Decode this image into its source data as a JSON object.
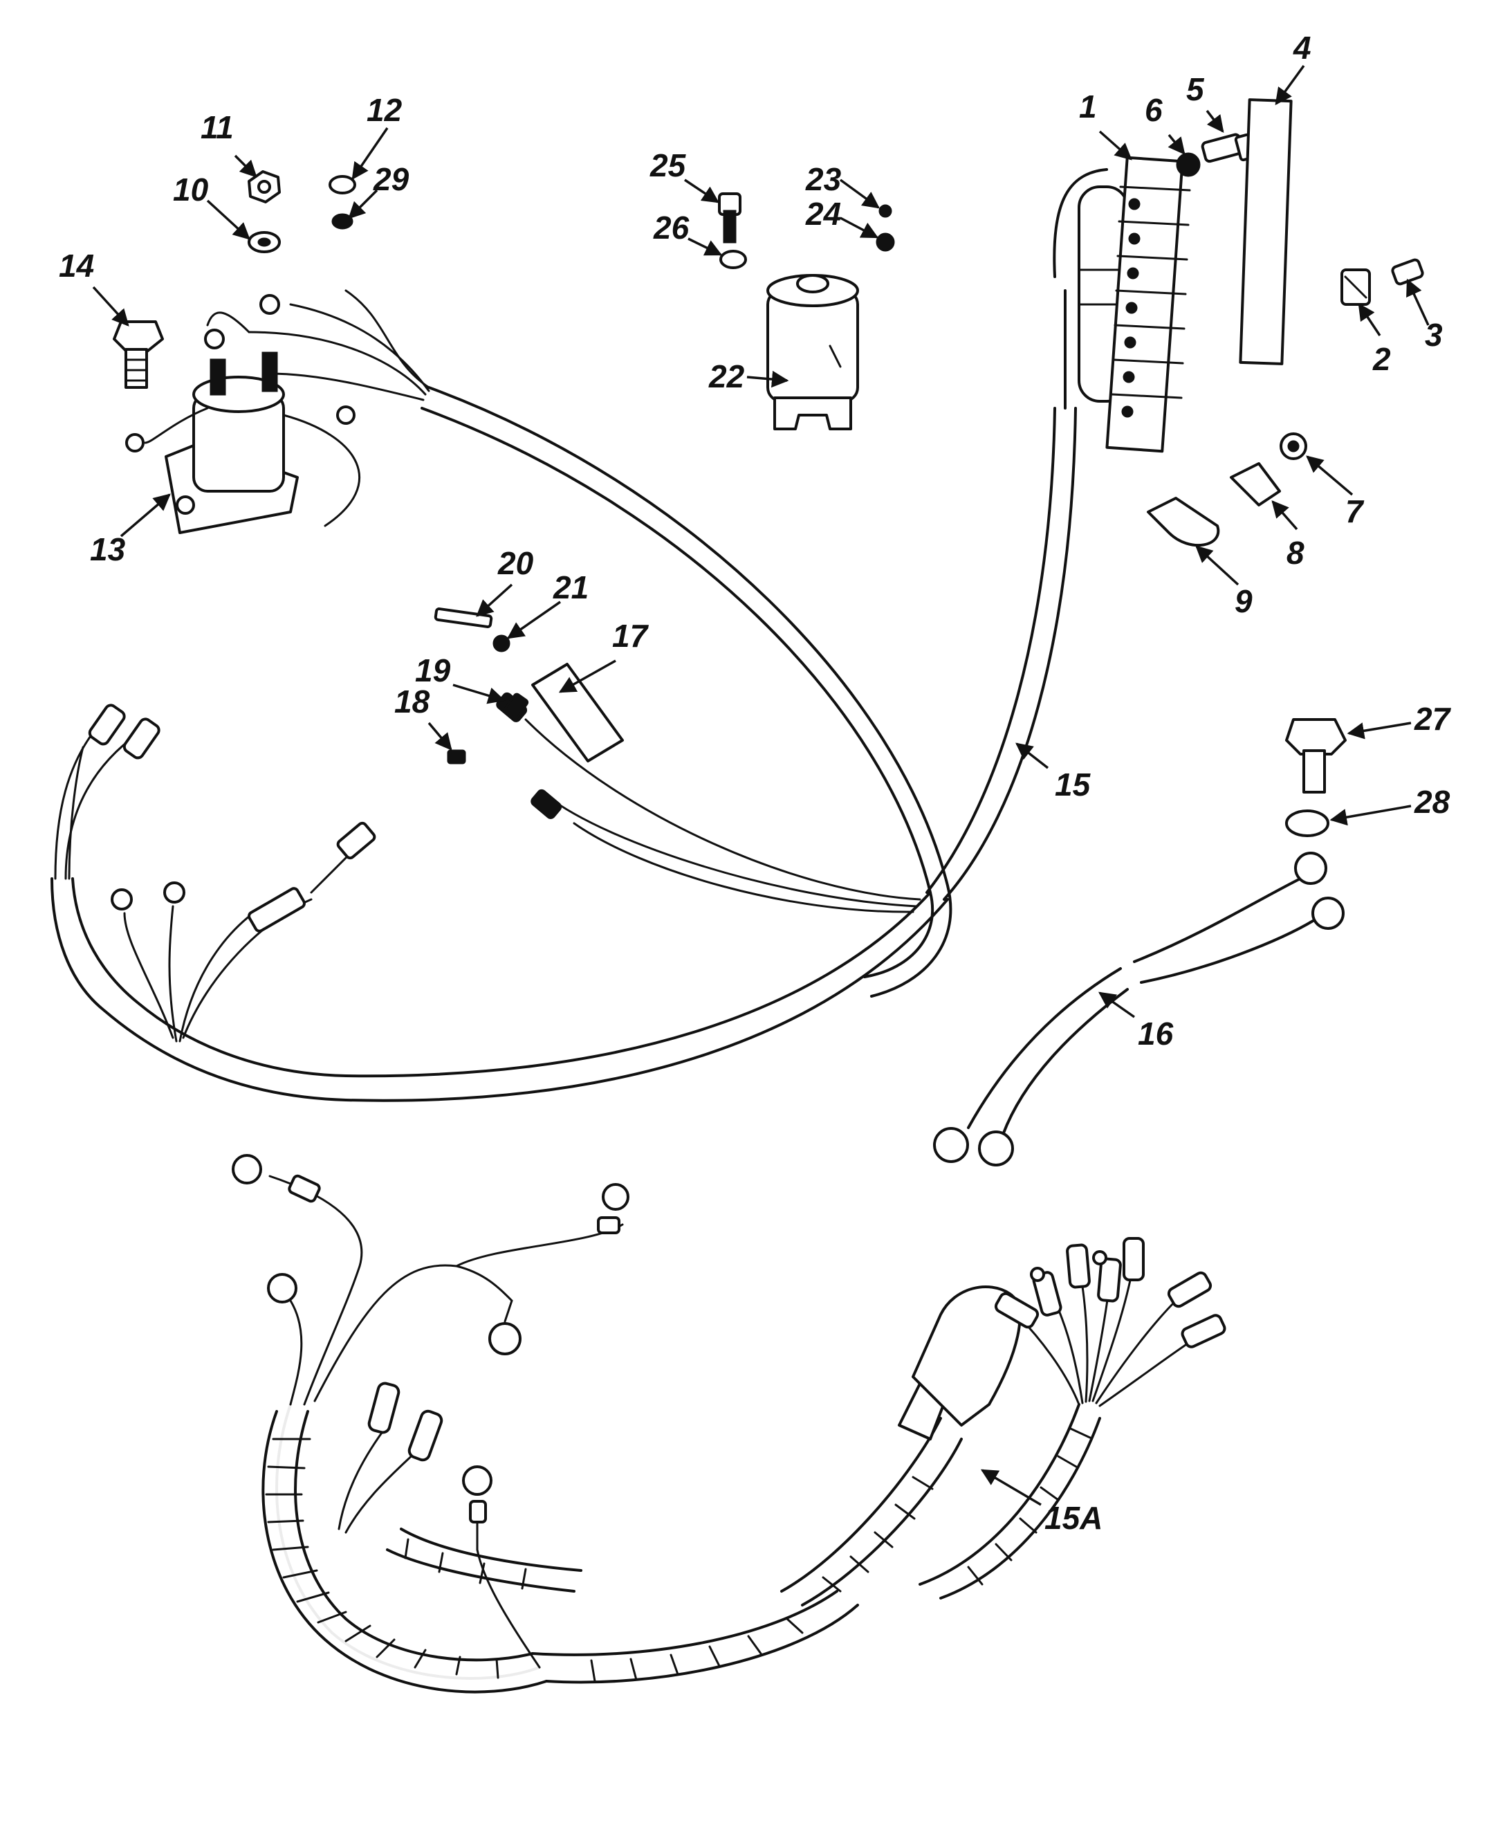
{
  "callouts": {
    "c1": "1",
    "c2": "2",
    "c3": "3",
    "c4": "4",
    "c5": "5",
    "c6": "6",
    "c7": "7",
    "c8": "8",
    "c9": "9",
    "c10": "10",
    "c11": "11",
    "c12": "12",
    "c13": "13",
    "c14": "14",
    "c15": "15",
    "c15a": "15A",
    "c16": "16",
    "c17": "17",
    "c18": "18",
    "c19": "19",
    "c20": "20",
    "c21": "21",
    "c22": "22",
    "c23": "23",
    "c24": "24",
    "c25": "25",
    "c26": "26",
    "c27": "27",
    "c28": "28",
    "c29": "29"
  }
}
